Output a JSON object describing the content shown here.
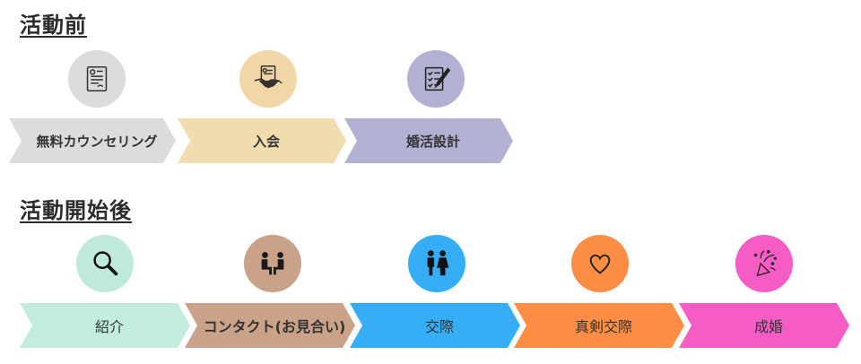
{
  "before": {
    "title": "活動前",
    "steps": [
      {
        "label": "無料カウンセリング",
        "color": "#dcdcdc",
        "circle": "#dcdcdc",
        "icon": "document-seal-icon"
      },
      {
        "label": "入会",
        "color": "#f1dcb0",
        "circle": "#f1d7a8",
        "icon": "handshake-contract-icon"
      },
      {
        "label": "婚活設計",
        "color": "#b3b1d3",
        "circle": "#b3b1d3",
        "icon": "checklist-pen-icon"
      }
    ]
  },
  "after": {
    "title": "活動開始後",
    "steps": [
      {
        "label": "紹介",
        "color": "#c3ece0",
        "circle": "#bfe9dd",
        "icon": "magnifier-icon"
      },
      {
        "label": "コンタクト(お見合い)",
        "color": "#c9a289",
        "circle": "#c9a289",
        "icon": "two-people-seated-icon"
      },
      {
        "label": "交際",
        "color": "#35aef6",
        "circle": "#35aef6",
        "icon": "couple-icon"
      },
      {
        "label": "真剣交際",
        "color": "#fb8d44",
        "circle": "#fb8d44",
        "icon": "heart-icon"
      },
      {
        "label": "成婚",
        "color": "#f55cc6",
        "circle": "#f55cc6",
        "icon": "party-popper-icon"
      }
    ]
  }
}
